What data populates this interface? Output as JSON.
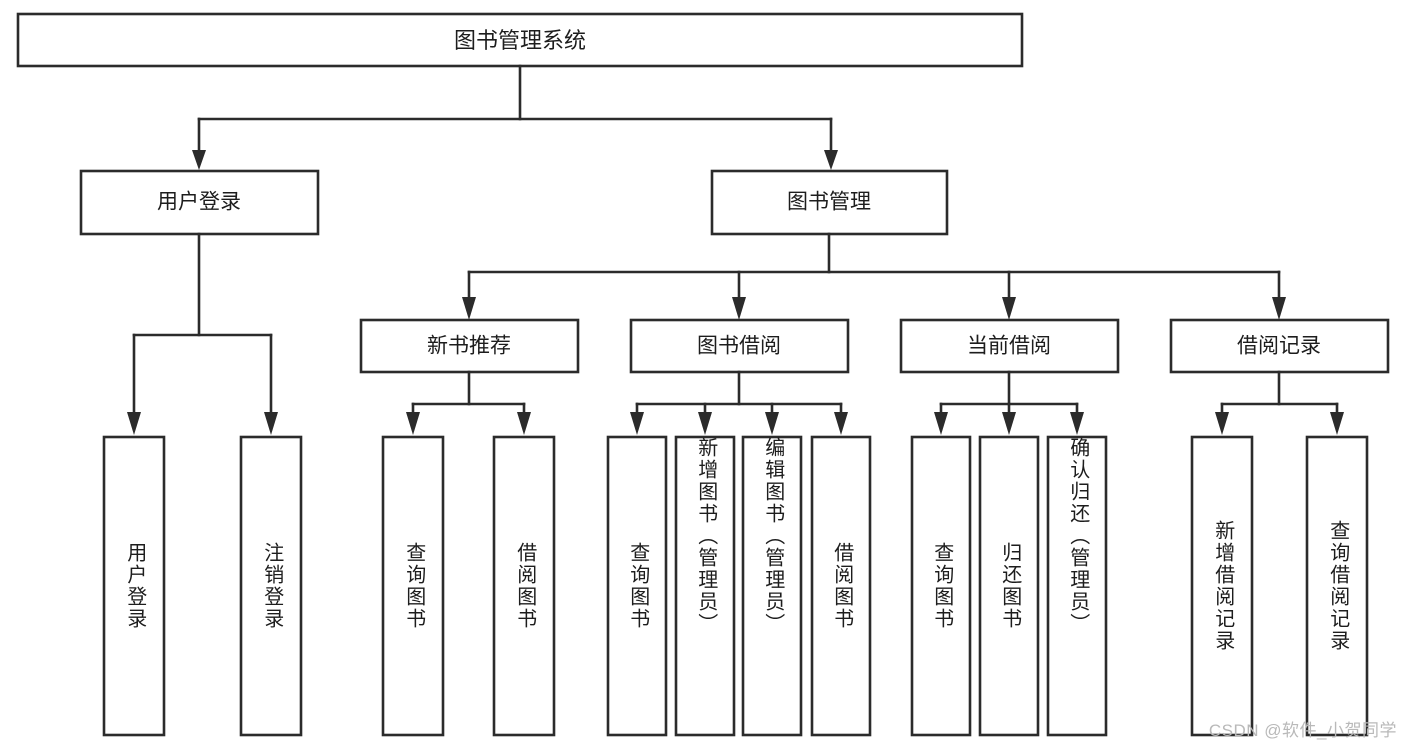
{
  "diagram": {
    "title": "图书管理系统",
    "type": "tree-hierarchy",
    "orientation": "top-down",
    "colors": {
      "box_stroke": "#2b2b2b",
      "box_fill": "#ffffff",
      "connector": "#2b2b2b",
      "text": "#1d1d1d",
      "background": "#ffffff",
      "watermark": "#b9b9b9"
    },
    "root": {
      "label": "图书管理系统"
    },
    "level2": [
      {
        "label": "用户登录"
      },
      {
        "label": "图书管理"
      }
    ],
    "level3": [
      {
        "label": "新书推荐"
      },
      {
        "label": "图书借阅"
      },
      {
        "label": "当前借阅"
      },
      {
        "label": "借阅记录"
      }
    ],
    "leaves": {
      "user_login": [
        {
          "label": "用户登录"
        },
        {
          "label": "注销登录"
        }
      ],
      "new_book_recommend": [
        {
          "label": "查询图书"
        },
        {
          "label": "借阅图书"
        }
      ],
      "book_borrow": [
        {
          "label": "查询图书"
        },
        {
          "label": "新增图书（管理员）"
        },
        {
          "label": "编辑图书（管理员）"
        },
        {
          "label": "借阅图书"
        }
      ],
      "current_borrow": [
        {
          "label": "查询图书"
        },
        {
          "label": "归还图书"
        },
        {
          "label": "确认归还（管理员）"
        }
      ],
      "borrow_record": [
        {
          "label": "新增借阅记录"
        },
        {
          "label": "查询借阅记录"
        }
      ]
    }
  },
  "watermark": {
    "text": "CSDN @软件_小贺同学"
  }
}
